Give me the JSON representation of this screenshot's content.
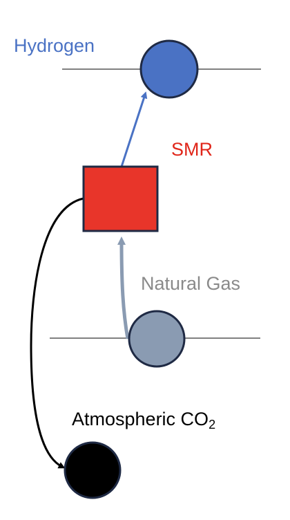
{
  "labels": {
    "hydrogen": "Hydrogen",
    "smr": "SMR",
    "natural_gas": "Natural Gas",
    "atmospheric_co2_main": "Atmospheric CO",
    "atmospheric_co2_sub": "2"
  },
  "colors": {
    "hydrogen": "#4a72c4",
    "smr_fill": "#e8352a",
    "smr_text": "#e0261a",
    "natural_gas": "#8a9bb2",
    "natural_gas_text": "#8a8a8a",
    "co2": "#000000",
    "outline": "#1f2a44"
  }
}
